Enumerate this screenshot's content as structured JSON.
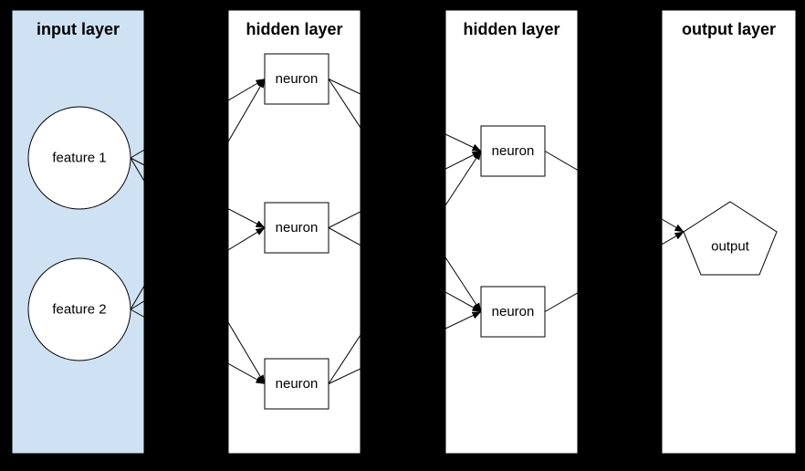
{
  "diagram": {
    "type": "neural-network-layer-diagram",
    "background_color": "#000000",
    "stroke_color": "#000000",
    "layers": [
      {
        "id": "input",
        "title": "input layer",
        "fill": "#cfe2f3",
        "nodes": [
          {
            "id": "feature1",
            "label": "feature 1",
            "shape": "circle"
          },
          {
            "id": "feature2",
            "label": "feature 2",
            "shape": "circle"
          }
        ]
      },
      {
        "id": "hidden1",
        "title": "hidden layer",
        "fill": "#ffffff",
        "nodes": [
          {
            "id": "h1n1",
            "label": "neuron",
            "shape": "rect"
          },
          {
            "id": "h1n2",
            "label": "neuron",
            "shape": "rect"
          },
          {
            "id": "h1n3",
            "label": "neuron",
            "shape": "rect"
          }
        ]
      },
      {
        "id": "hidden2",
        "title": "hidden layer",
        "fill": "#ffffff",
        "nodes": [
          {
            "id": "h2n1",
            "label": "neuron",
            "shape": "rect"
          },
          {
            "id": "h2n2",
            "label": "neuron",
            "shape": "rect"
          }
        ]
      },
      {
        "id": "output",
        "title": "output layer",
        "fill": "#ffffff",
        "nodes": [
          {
            "id": "out1",
            "label": "output",
            "shape": "pentagon"
          }
        ]
      }
    ],
    "edges": [
      {
        "from": "feature1",
        "to": "h1n1"
      },
      {
        "from": "feature1",
        "to": "h1n2"
      },
      {
        "from": "feature1",
        "to": "h1n3"
      },
      {
        "from": "feature2",
        "to": "h1n1"
      },
      {
        "from": "feature2",
        "to": "h1n2"
      },
      {
        "from": "feature2",
        "to": "h1n3"
      },
      {
        "from": "h1n1",
        "to": "h2n1"
      },
      {
        "from": "h1n1",
        "to": "h2n2"
      },
      {
        "from": "h1n2",
        "to": "h2n1"
      },
      {
        "from": "h1n2",
        "to": "h2n2"
      },
      {
        "from": "h1n3",
        "to": "h2n1"
      },
      {
        "from": "h1n3",
        "to": "h2n2"
      },
      {
        "from": "h2n1",
        "to": "out1"
      },
      {
        "from": "h2n2",
        "to": "out1"
      }
    ]
  }
}
